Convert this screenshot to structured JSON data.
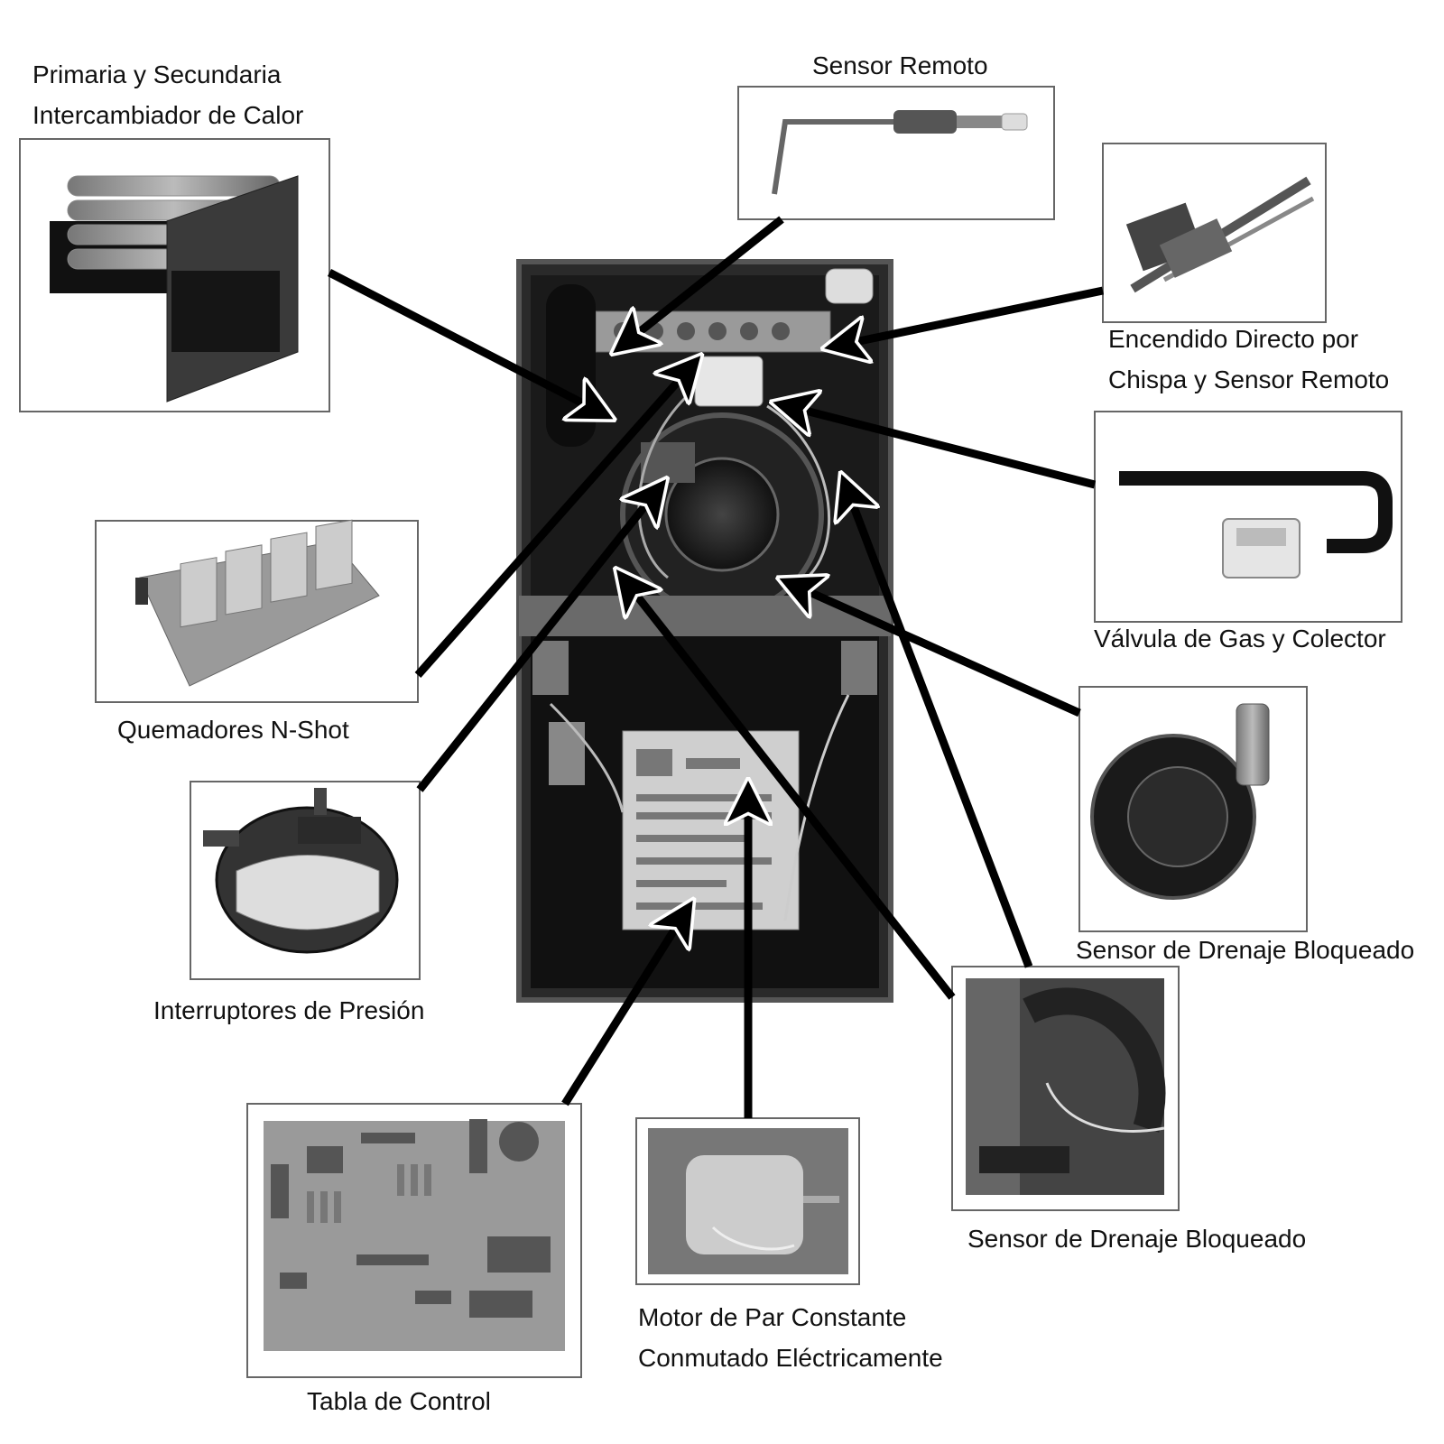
{
  "labels": {
    "heat_exchanger": [
      "Primaria y Secundaria",
      "Intercambiador de Calor"
    ],
    "remote_sensor": "Sensor Remoto",
    "direct_spark": [
      "Encendido Directo por",
      "Chispa y Sensor Remoto"
    ],
    "gas_valve": "Válvula de Gas y Colector",
    "burners": "Quemadores N-Shot",
    "pressure_switches": "Interruptores de Presión",
    "blocked_drain_right": "Sensor de Drenaje Bloqueado",
    "blocked_drain_bottom": "Sensor de Drenaje Bloqueado",
    "ecm_motor": [
      "Motor de Par Constante",
      "Conmutado Eléctricamente"
    ],
    "control_board": "Tabla de Control"
  }
}
